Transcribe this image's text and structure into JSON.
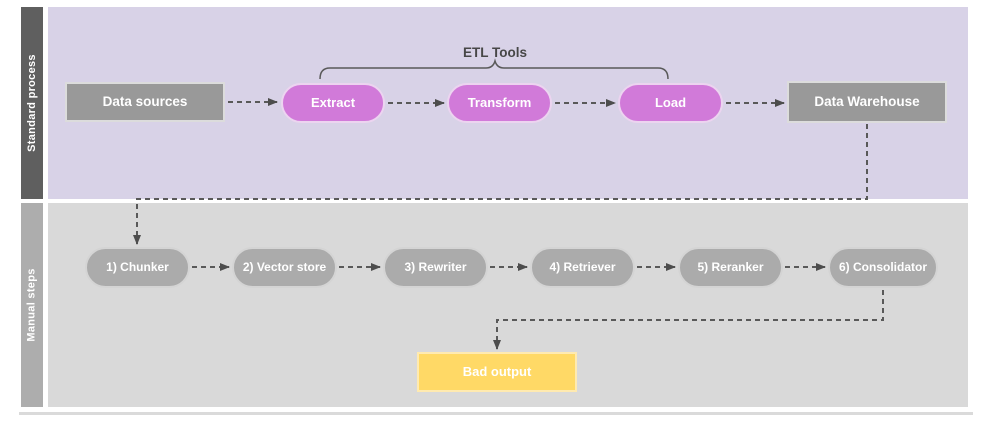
{
  "diagram": {
    "lanes": {
      "standard": {
        "label": "Standard process"
      },
      "manual": {
        "label": "Manual steps"
      }
    },
    "annotation": {
      "etl_tools_label": "ETL Tools"
    },
    "nodes": {
      "data_sources": {
        "label": "Data sources"
      },
      "extract": {
        "label": "Extract"
      },
      "transform": {
        "label": "Transform"
      },
      "load": {
        "label": "Load"
      },
      "data_warehouse": {
        "label": "Data Warehouse"
      },
      "chunker": {
        "label": "1) Chunker"
      },
      "vector_store": {
        "label": "2) Vector store"
      },
      "rewriter": {
        "label": "3) Rewriter"
      },
      "retriever": {
        "label": "4) Retriever"
      },
      "reranker": {
        "label": "5) Reranker"
      },
      "consolidator": {
        "label": "6) Consolidator"
      },
      "bad_output": {
        "label": "Bad output"
      }
    },
    "colors": {
      "standard_lane_bg": "#d8d2e7",
      "standard_lane_header": "#5f5f5f",
      "manual_lane_bg": "#d9d9d9",
      "manual_lane_header": "#adadad",
      "etl_step_fill": "#d17ad9",
      "gray_node_fill": "#999999",
      "manual_step_fill": "#ababab",
      "bad_output_fill": "#ffd966",
      "connector": "#595959"
    }
  }
}
